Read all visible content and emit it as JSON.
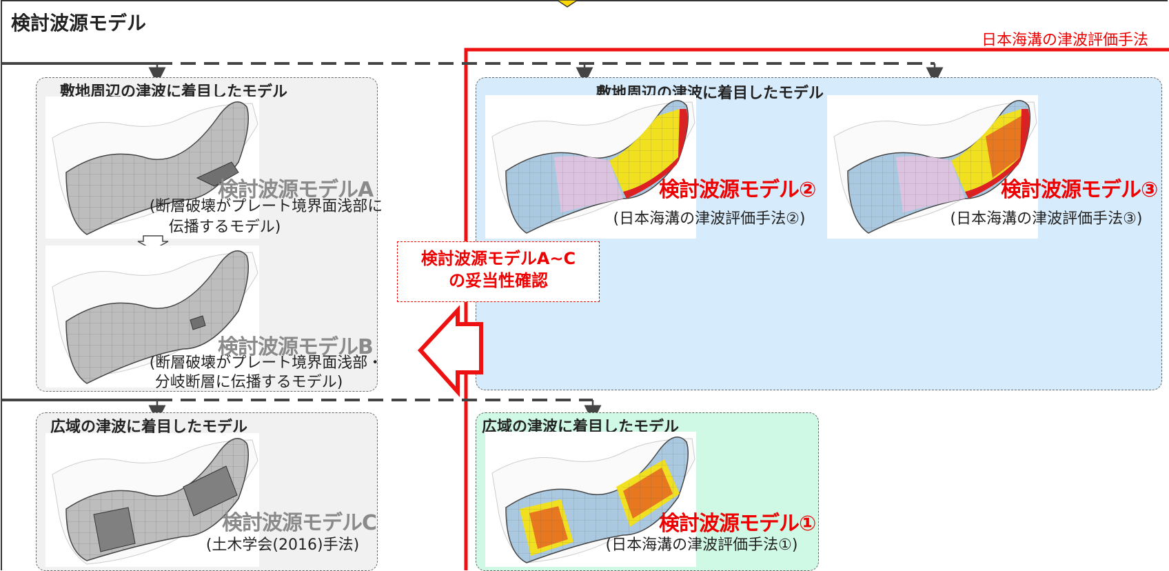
{
  "title": "検討波源モデル",
  "method_title": "日本海溝の津波評価手法",
  "panels": {
    "left_site": {
      "heading": "敷地周辺の津波に着目したモデル"
    },
    "left_wide": {
      "heading": "広域の津波に着目したモデル"
    },
    "right_site": {
      "heading": "敷地周辺の津波に着目したモデル"
    },
    "right_wide": {
      "heading": "広域の津波に着目したモデル"
    }
  },
  "models": {
    "A": {
      "name": "検討波源モデルA",
      "desc1": "(断層破壊がプレート境界面浅部に",
      "desc2": "伝播するモデル)"
    },
    "B": {
      "name": "検討波源モデルB",
      "desc1": "(断層破壊がプレート境界面浅部・",
      "desc2": "分岐断層に伝播するモデル)"
    },
    "C": {
      "name": "検討波源モデルC",
      "desc": "(土木学会(2016)手法)"
    },
    "m1": {
      "name": "検討波源モデル①",
      "desc": "(日本海溝の津波評価手法①)"
    },
    "m2": {
      "name": "検討波源モデル②",
      "desc": "(日本海溝の津波評価手法②)"
    },
    "m3": {
      "name": "検討波源モデル③",
      "desc": "(日本海溝の津波評価手法③)"
    }
  },
  "callout": {
    "line1": "検討波源モデルA~C",
    "line2": "の妥当性確認"
  },
  "colors": {
    "accent_red": "#ee0000",
    "blue_panel": "#d6ebfb",
    "green_panel": "#cff9e5",
    "gray_panel": "#f1f1f1",
    "mesh_blue": "#aac8e0",
    "mesh_pink": "#dcc4e0",
    "mesh_yellow": "#f0e020",
    "mesh_orange": "#e87820",
    "mesh_red": "#e02020",
    "mesh_gray": "#bdbdbd",
    "mesh_dark": "#707070"
  }
}
